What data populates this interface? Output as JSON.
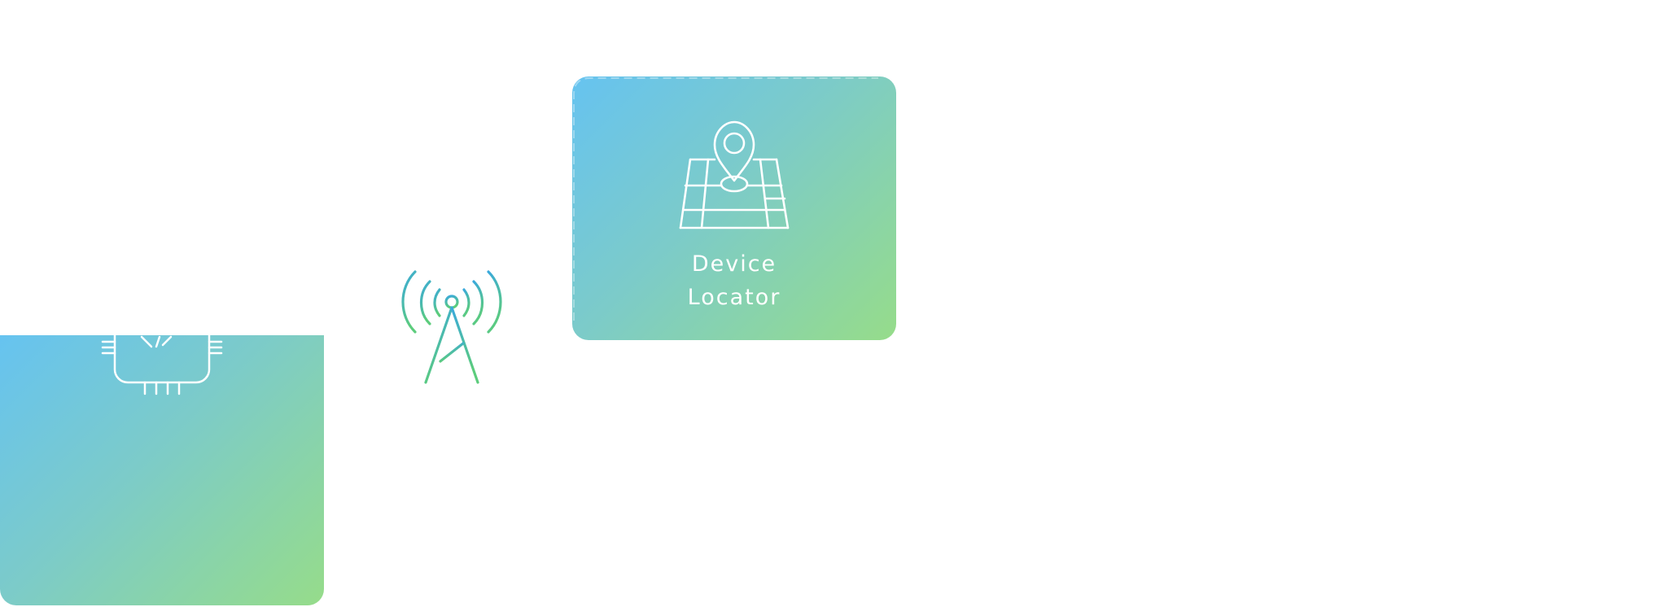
{
  "diagram": {
    "nodes": [
      {
        "id": "chip",
        "icon": "chip-icon",
        "label": ""
      },
      {
        "id": "cell-tower",
        "icon": "cell-tower-icon",
        "label": ""
      },
      {
        "id": "device-locator",
        "icon": "map-pin-icon",
        "label_lines": [
          "Device",
          "Locator"
        ]
      }
    ],
    "colors": {
      "gradient_start": "#66c3f0",
      "gradient_end": "#96dc8a",
      "tower_top": "#3aa9dc",
      "tower_bottom": "#5ccc7c",
      "icon_stroke": "#ffffff"
    }
  }
}
